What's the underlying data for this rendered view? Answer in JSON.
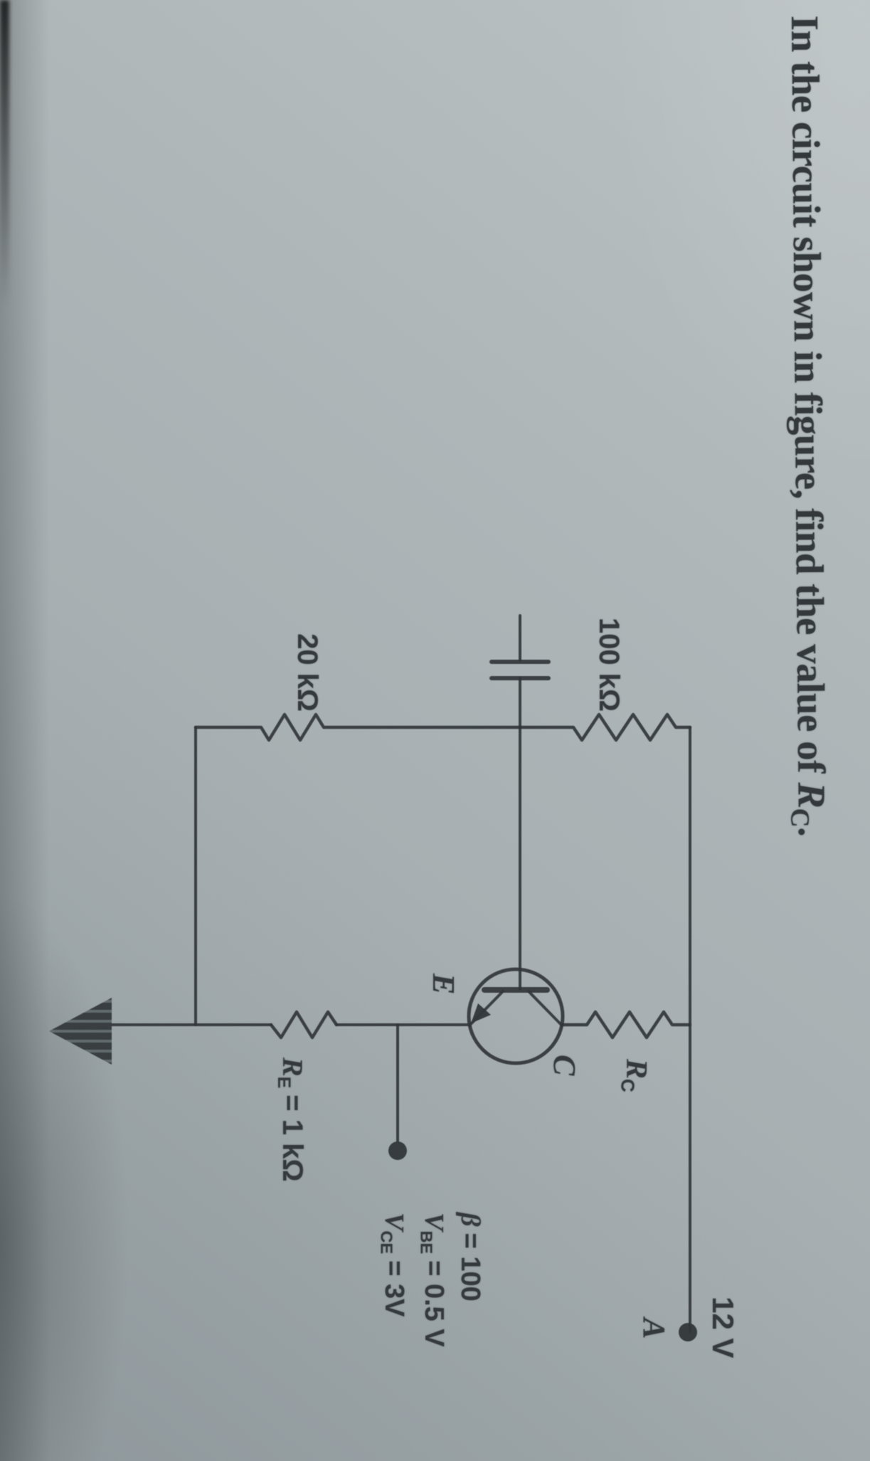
{
  "title": {
    "text_before_var": "In the circuit shown in figure, find the value of ",
    "var_base": "R",
    "var_sub": "C",
    "text_after_var": "."
  },
  "figure": {
    "supply": {
      "label": "12 V",
      "node": "A"
    },
    "resistors": {
      "r100": "100 kΩ",
      "r20": "20 kΩ",
      "rc_base": "R",
      "rc_sub": "C",
      "re_base": "R",
      "re_sub": "E",
      "re_value": "= 1 kΩ"
    },
    "capacitor": {
      "type": "coupling-capacitor"
    },
    "transistor": {
      "emitter": "E",
      "collector": "C"
    },
    "parameters": [
      {
        "sym": "β",
        "sub": "",
        "value": "= 100"
      },
      {
        "sym": "V",
        "sub": "BE",
        "value": "= 0.5 V"
      },
      {
        "sym": "V",
        "sub": "CE",
        "value": "= 3V"
      }
    ]
  },
  "colors": {
    "ink": "#2c3134",
    "paper_light": "#bac2c3",
    "paper_dark": "#8d969a"
  }
}
